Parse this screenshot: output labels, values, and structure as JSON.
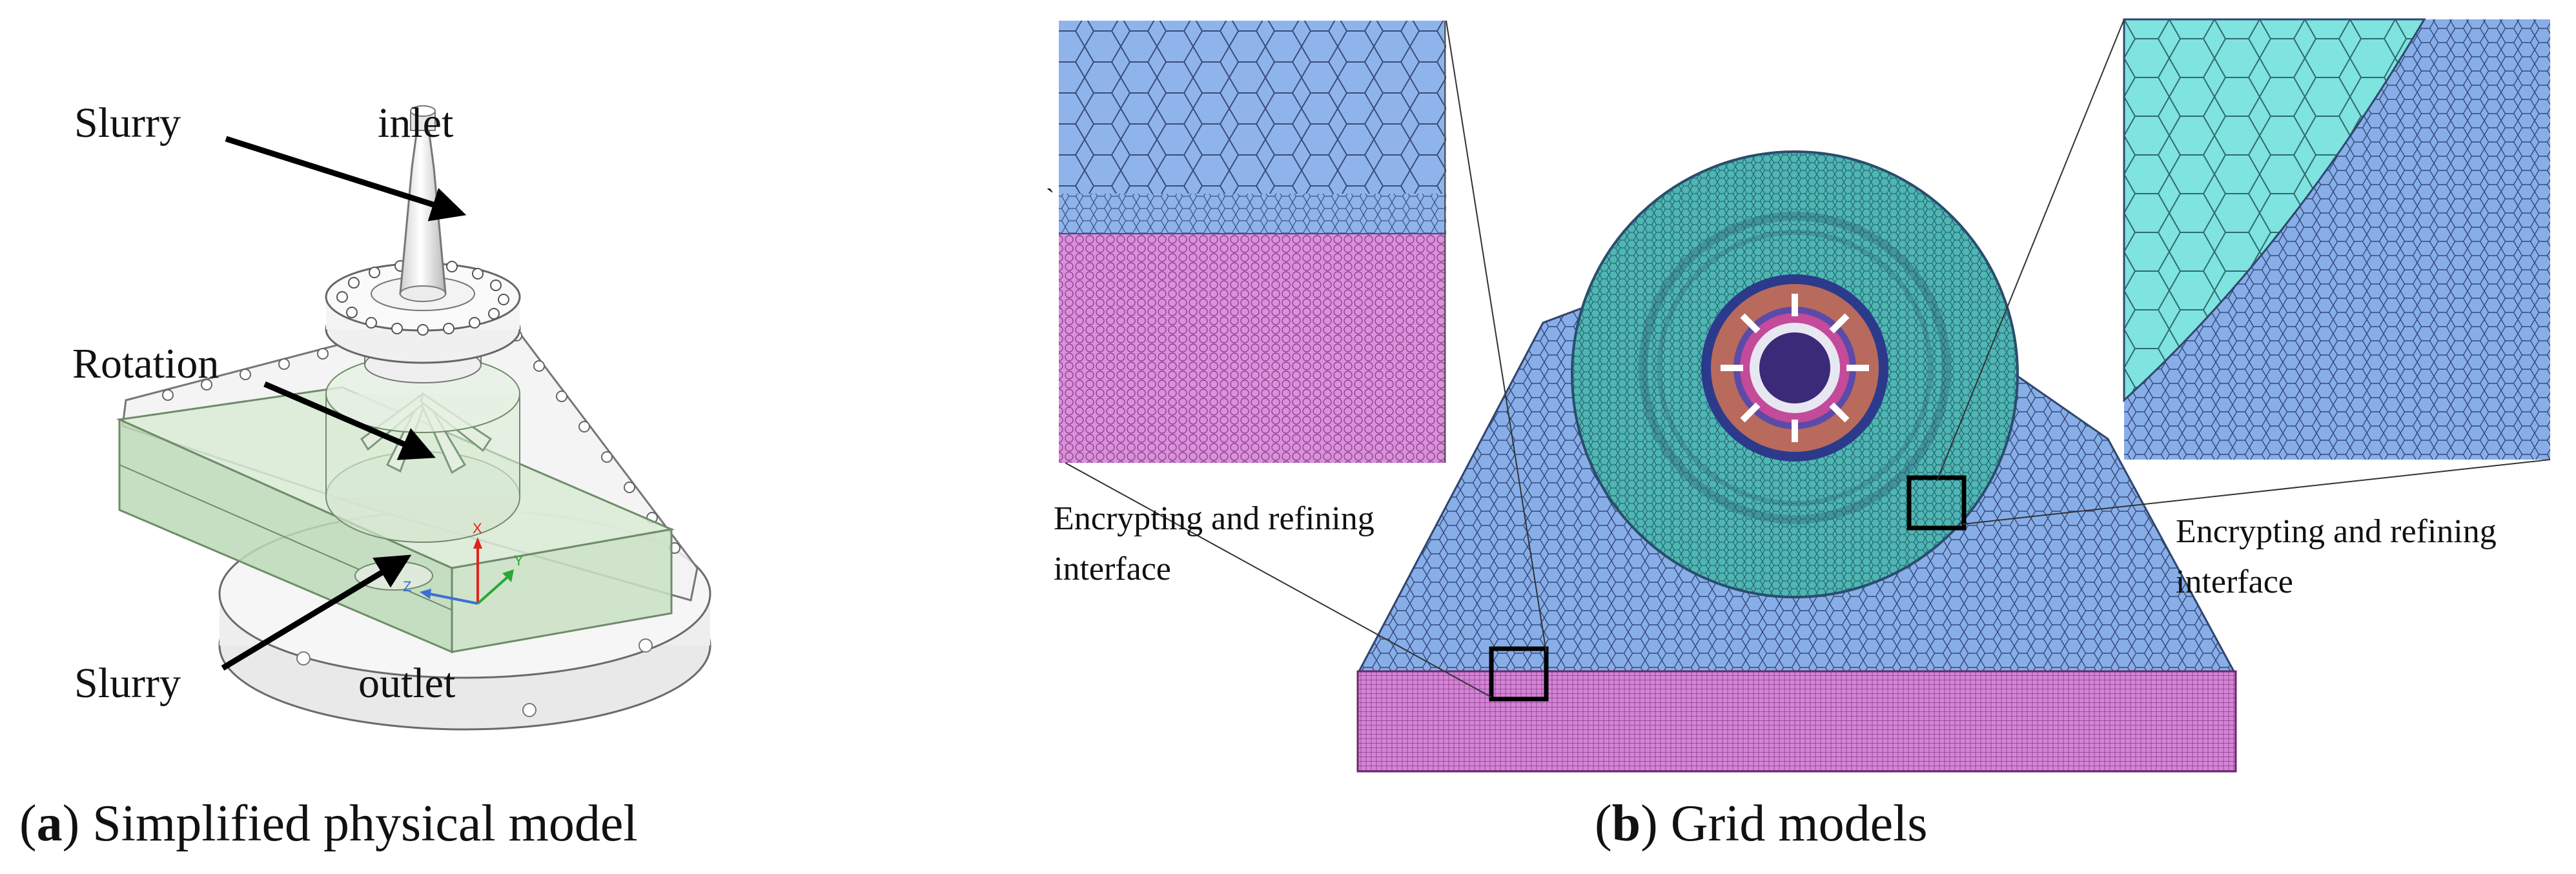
{
  "figure": {
    "panel_a": {
      "caption_letter": "a",
      "caption_text": " Simplified physical model",
      "labels": {
        "slurry_inlet_word": "Slurry",
        "inlet": "inlet",
        "rotation": "Rotation",
        "slurry_outlet_word": "Slurry",
        "outlet": "outlet"
      },
      "axes": {
        "x": "X",
        "y": "Y",
        "z": "Z"
      }
    },
    "panel_b": {
      "caption_letter": "b",
      "caption_text": " Grid models",
      "left_note": [
        "Encrypting and refining",
        "interface"
      ],
      "right_note": [
        "Encrypting and refining",
        "interface"
      ]
    }
  },
  "colors": {
    "mesh_blue": "#8fb4ec",
    "mesh_cyan": "#7fe3e0",
    "mesh_magenta": "#d98ad9",
    "mesh_teal": "#47b4b0",
    "housing_green": "#cfe5cc"
  }
}
